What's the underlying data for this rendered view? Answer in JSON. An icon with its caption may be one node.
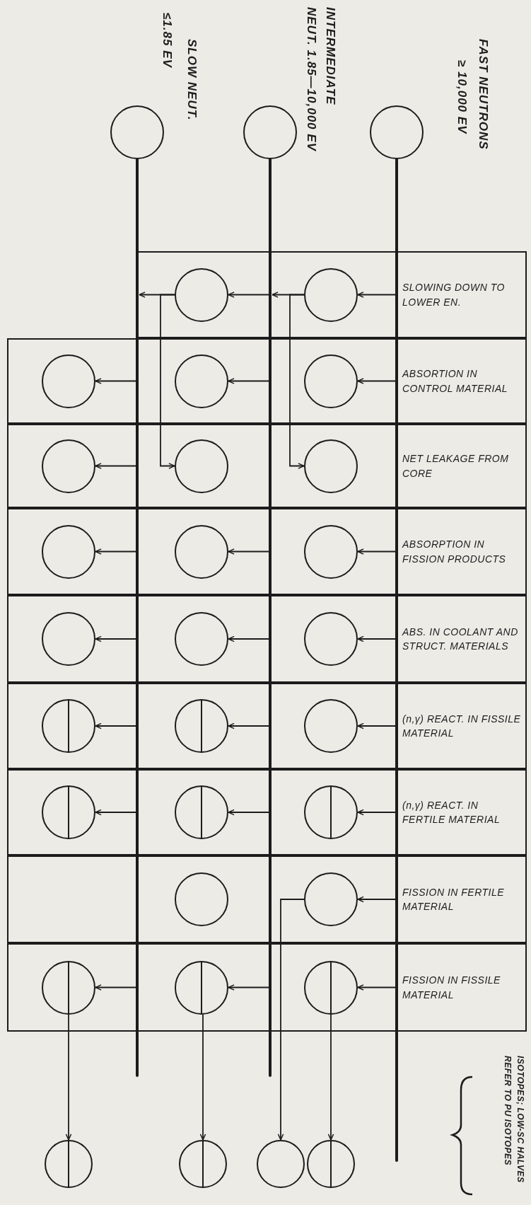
{
  "diagram": {
    "nodes": [
      {
        "text": [],
        "shape": "circle",
        "beside": [
          "SLOW NEUT.",
          "≤1.85 EV"
        ]
      },
      {
        "text": [],
        "shape": "circle",
        "beside": [
          "INTERMEDIATE",
          "NEUT. 1.85—10,000 EV"
        ]
      },
      {
        "text": [],
        "shape": "circle",
        "beside": [
          "FAST NEUTRONS",
          "≥ 10,000 EV"
        ]
      },
      {
        "text": [
          "SLOWING DOWN TO LOWER EN."
        ]
      },
      {
        "text": [],
        "shape": "circle",
        "in": 3
      },
      {
        "text": [],
        "shape": "circle",
        "in": 3
      },
      {
        "text": [
          "ABSORTION IN CONTROL MATERIAL"
        ]
      },
      {
        "text": [],
        "shape": "circle",
        "in": 6
      },
      {
        "text": [],
        "shape": "circle",
        "in": 6
      },
      {
        "text": [],
        "shape": "circle",
        "in": 6
      },
      {
        "text": [
          "NET LEAKAGE FROM CORE"
        ]
      },
      {
        "text": [],
        "shape": "circle",
        "in": 10
      },
      {
        "text": [],
        "shape": "circle",
        "in": 10
      },
      {
        "text": [],
        "shape": "circle",
        "in": 10
      },
      {
        "text": [
          "ABSORPTION IN FISSION PRODUCTS"
        ]
      },
      {
        "text": [],
        "shape": "circle",
        "in": 14
      },
      {
        "text": [],
        "shape": "circle",
        "in": 14
      },
      {
        "text": [],
        "shape": "circle",
        "in": 14
      },
      {
        "text": [
          "ABS. IN COOLANT AND STRUCT. MATERIALS"
        ]
      },
      {
        "text": [],
        "shape": "circle",
        "in": 18
      },
      {
        "text": [],
        "shape": "circle",
        "in": 18
      },
      {
        "text": [],
        "shape": "circle",
        "in": 18
      },
      {
        "text": [
          "(n,γ) REACT. IN FISSILE MATERIAL"
        ]
      },
      {
        "text": [],
        "shape": "split-circle",
        "in": 22
      },
      {
        "text": [],
        "shape": "split-circle",
        "in": 22
      },
      {
        "text": [],
        "shape": "circle",
        "in": 22
      },
      {
        "text": [
          "(n,γ) REACT. IN FERTILE MATERIAL"
        ]
      },
      {
        "text": [],
        "shape": "split-circle",
        "in": 26
      },
      {
        "text": [],
        "shape": "split-circle",
        "in": 26
      },
      {
        "text": [],
        "shape": "split-circle",
        "in": 26
      },
      {
        "text": [
          "FISSION IN FERTILE MATERIAL"
        ]
      },
      {
        "text": [],
        "shape": "circle",
        "in": 30
      },
      {
        "text": [],
        "shape": "circle",
        "in": 30
      },
      {
        "text": [
          "FISSION IN FISSILE MATERIAL"
        ]
      },
      {
        "text": [],
        "shape": "split-circle",
        "in": 33
      },
      {
        "text": [],
        "shape": "split-circle",
        "in": 33
      },
      {
        "text": [],
        "shape": "split-circle",
        "in": 33
      },
      {
        "text": [],
        "shape": "split-circle"
      },
      {
        "text": [],
        "shape": "split-circle"
      },
      {
        "text": [],
        "shape": "circle"
      },
      {
        "text": [],
        "shape": "split-circle"
      }
    ],
    "edges": [
      {
        "from": 2,
        "to": 5,
        "arrow": "to"
      },
      {
        "from": 5,
        "to": null,
        "arrow": "to"
      },
      {
        "from": 1,
        "to": 4,
        "arrow": "to"
      },
      {
        "from": 4,
        "to": null,
        "arrow": "to"
      },
      {
        "from": 5,
        "to": 13,
        "arrow": "to"
      },
      {
        "from": 4,
        "to": 12,
        "arrow": "to"
      },
      {
        "from": 0,
        "to": 7,
        "arrow": "to"
      },
      {
        "from": 1,
        "to": 8,
        "arrow": "to"
      },
      {
        "from": 2,
        "to": 9,
        "arrow": "to"
      },
      {
        "from": 0,
        "to": 11,
        "arrow": "to"
      },
      {
        "from": 0,
        "to": 15,
        "arrow": "to"
      },
      {
        "from": 1,
        "to": 16,
        "arrow": "to"
      },
      {
        "from": 2,
        "to": 17,
        "arrow": "to"
      },
      {
        "from": 0,
        "to": 19,
        "arrow": "to"
      },
      {
        "from": 1,
        "to": 20,
        "arrow": "to"
      },
      {
        "from": 2,
        "to": 21,
        "arrow": "to"
      },
      {
        "from": 0,
        "to": 23,
        "arrow": "to"
      },
      {
        "from": 1,
        "to": 24,
        "arrow": "to"
      },
      {
        "from": 2,
        "to": 25,
        "arrow": "to"
      },
      {
        "from": 0,
        "to": 27,
        "arrow": "to"
      },
      {
        "from": 1,
        "to": 28,
        "arrow": "to"
      },
      {
        "from": 2,
        "to": 29,
        "arrow": "to"
      },
      {
        "from": 2,
        "to": 32,
        "arrow": "to"
      },
      {
        "from": 0,
        "to": 34,
        "arrow": "to"
      },
      {
        "from": 1,
        "to": 35,
        "arrow": "to"
      },
      {
        "from": 2,
        "to": 36,
        "arrow": "to"
      },
      {
        "from": 34,
        "to": 37,
        "arrow": "to"
      },
      {
        "from": 35,
        "to": 38,
        "arrow": "to"
      },
      {
        "from": 32,
        "to": 39,
        "arrow": "to"
      },
      {
        "from": 36,
        "to": 40,
        "arrow": "to"
      }
    ],
    "labels": [
      "ISOTOPES; LOW-SC HALVES REFER TO PU ISOTOPES"
    ]
  }
}
